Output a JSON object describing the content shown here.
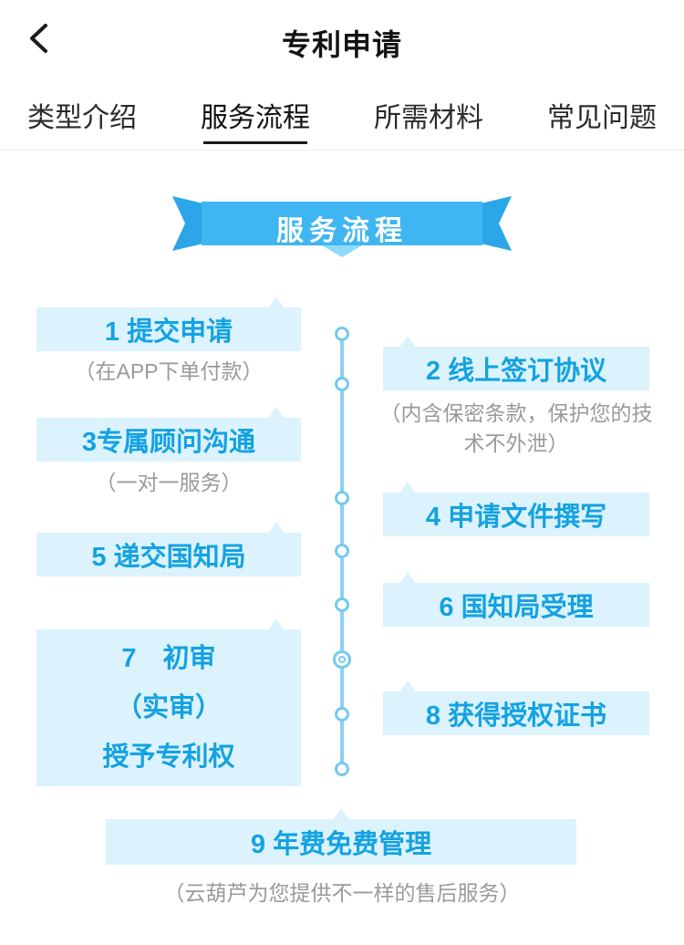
{
  "header": {
    "title": "专利申请",
    "back_icon": "chevron-left"
  },
  "tabs": [
    {
      "label": "类型介绍",
      "active": false
    },
    {
      "label": "服务流程",
      "active": true
    },
    {
      "label": "所需材料",
      "active": false
    },
    {
      "label": "常见问题",
      "active": false
    }
  ],
  "banner": {
    "title": "服务流程"
  },
  "steps": [
    {
      "label": "1 提交申请",
      "note": "（在APP下单付款）",
      "side": "left"
    },
    {
      "label": "2 线上签订协议",
      "note": "（内含保密条款，保护您的技术不外泄）",
      "side": "right"
    },
    {
      "label": "3专属顾问沟通",
      "note": "（一对一服务）",
      "side": "left"
    },
    {
      "label": "4 申请文件撰写",
      "side": "right"
    },
    {
      "label": "5 递交国知局",
      "side": "left"
    },
    {
      "label": "6 国知局受理",
      "side": "right"
    },
    {
      "lines": [
        "7　初审",
        "（实审）",
        "授予专利权"
      ],
      "side": "left"
    },
    {
      "label": "8 获得授权证书",
      "side": "right"
    },
    {
      "label": "9 年费免费管理",
      "note": "（云葫芦为您提供不一样的售后服务）",
      "side": "center"
    }
  ],
  "colors": {
    "accent_blue": "#14a2e2",
    "box_background": "#dcf3fd",
    "ribbon_main": "#3fb6f2",
    "ribbon_fold": "#2ba6e9",
    "ribbon_notch": "#8edafa",
    "timeline": "#8bd1f3",
    "note_gray": "#9a9a9a",
    "tab_underline": "#1a1a1a"
  }
}
